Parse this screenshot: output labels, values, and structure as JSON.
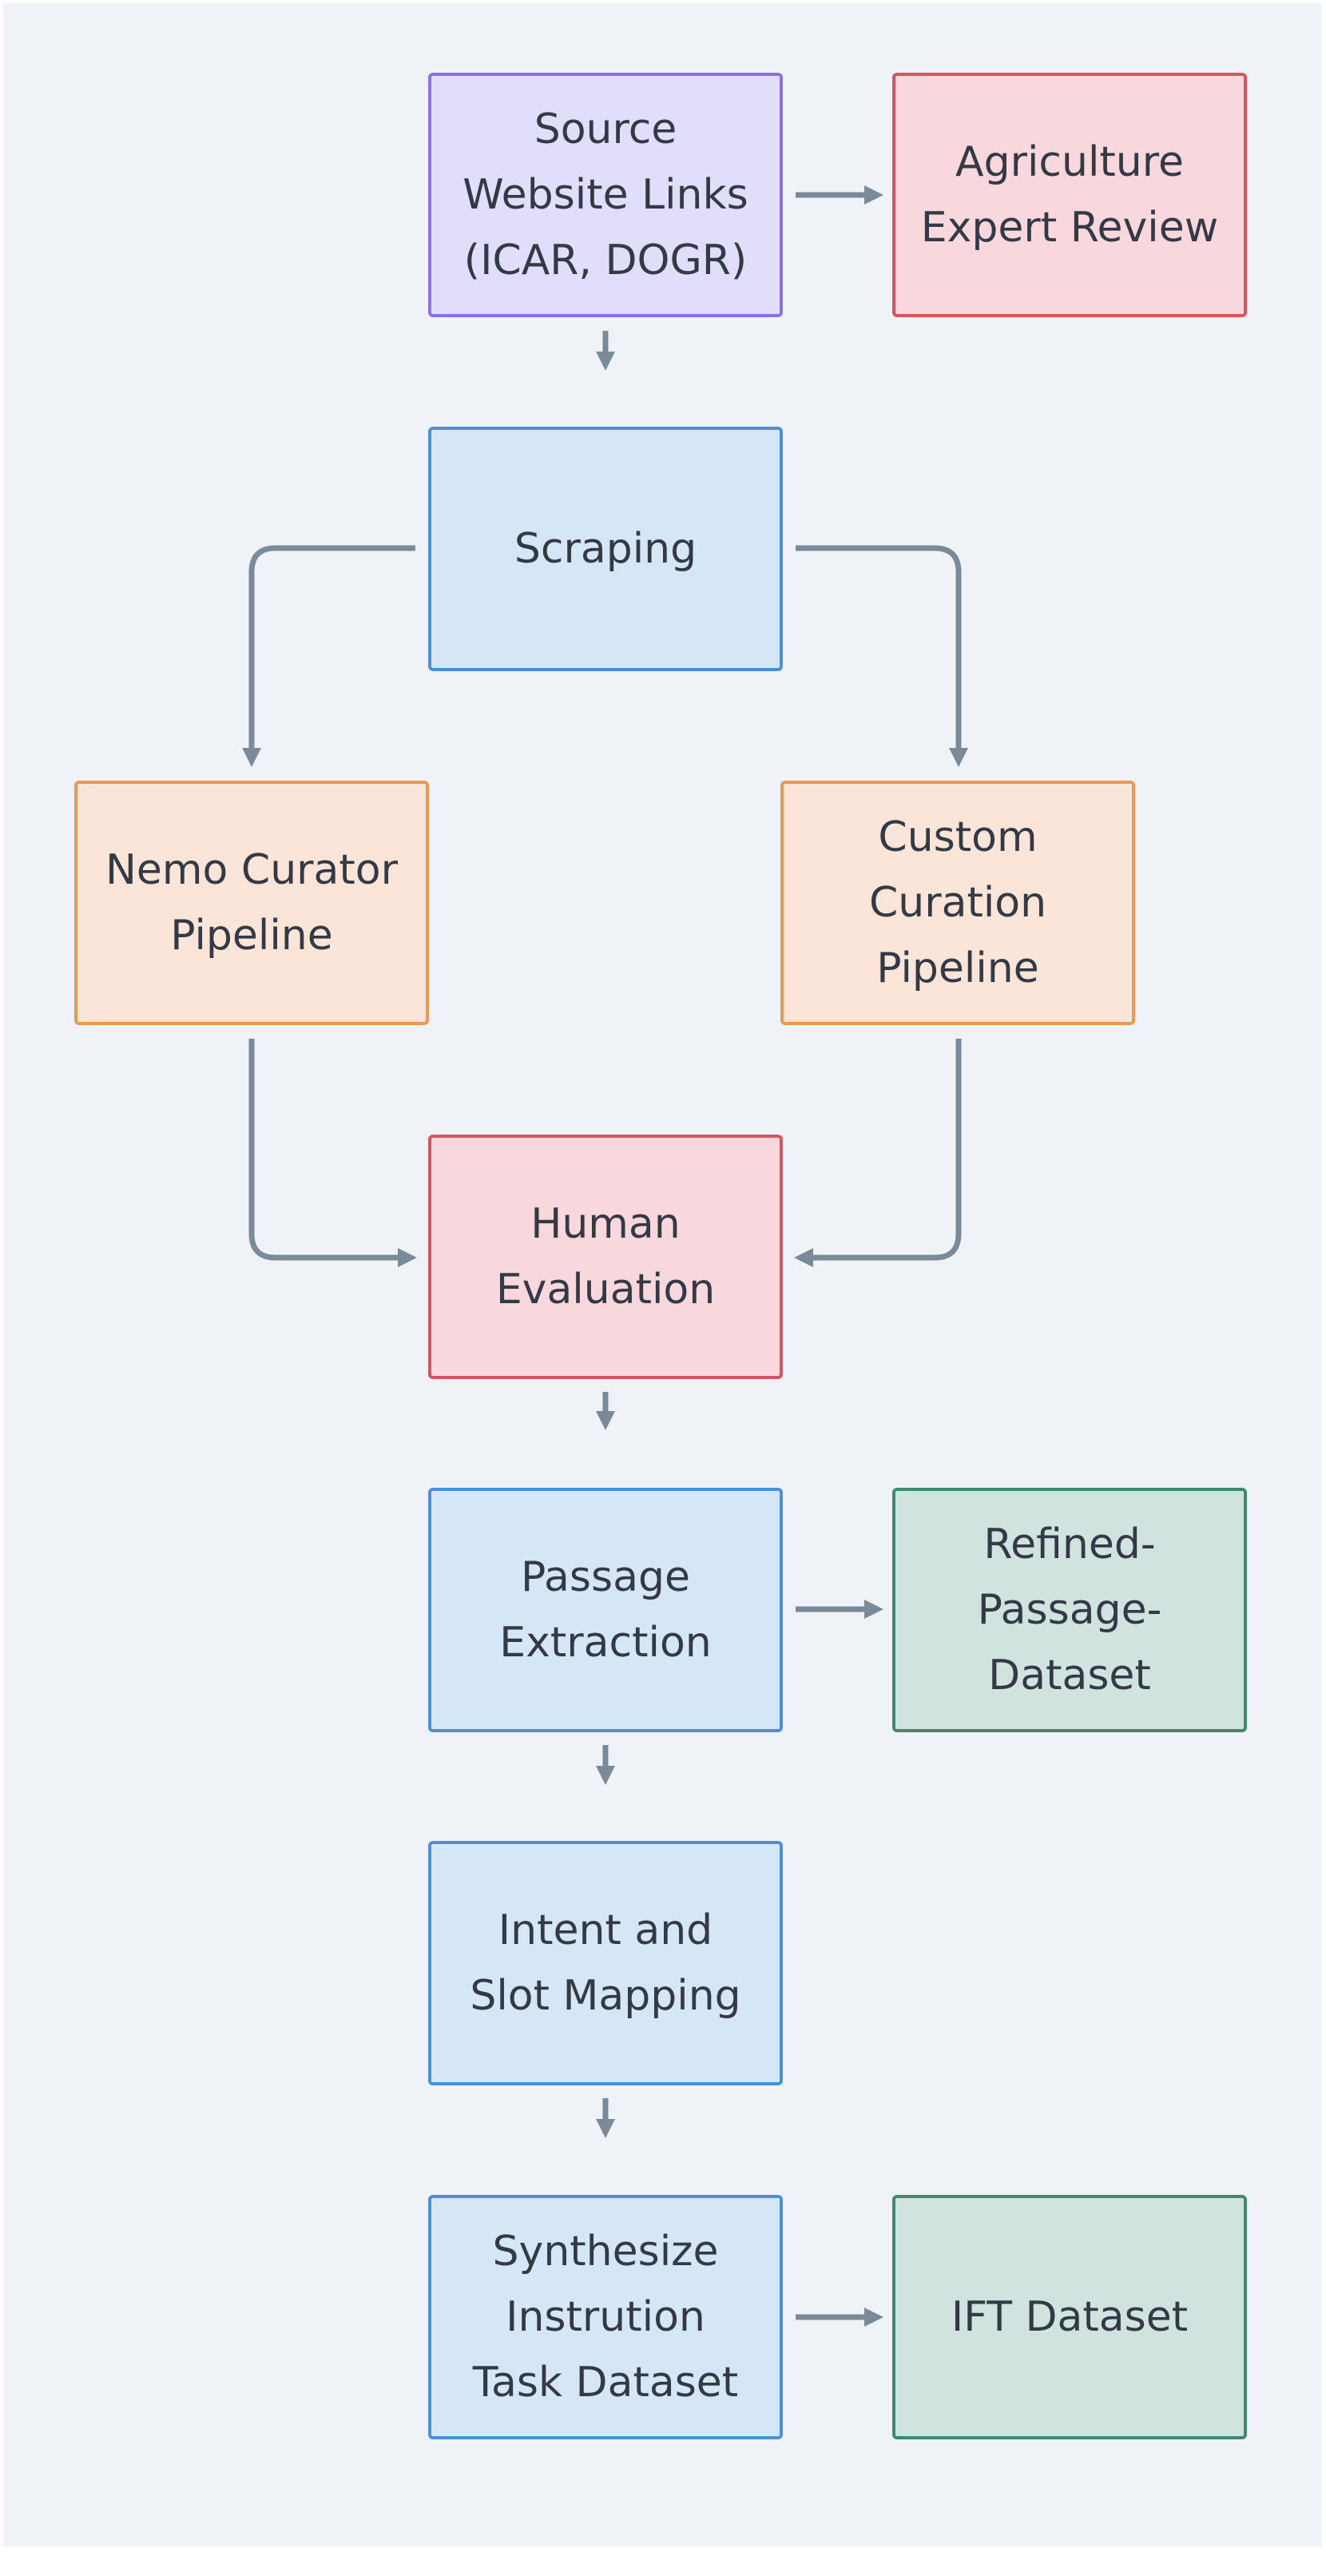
{
  "nodes": {
    "source": "Source\nWebsite Links\n(ICAR, DOGR)",
    "expert_review": "Agriculture\nExpert Review",
    "scraping": "Scraping",
    "nemo": "Nemo Curator\nPipeline",
    "custom": "Custom\nCuration\nPipeline",
    "human_eval": "Human\nEvaluation",
    "passage": "Passage\nExtraction",
    "refined": "Refined-\nPassage-\nDataset",
    "intent": "Intent and\nSlot Mapping",
    "synthesize": "Synthesize\nInstrution\nTask Dataset",
    "ift": "IFT Dataset"
  },
  "colors": {
    "canvas": "#eff3f7",
    "edge": "#7b8a98",
    "purple_fill": "#e0defb",
    "blue_fill": "#d5e6f6",
    "orange_fill": "#fbe5d8",
    "red_fill": "#f8d8dd",
    "green_fill": "#d1e3df"
  }
}
